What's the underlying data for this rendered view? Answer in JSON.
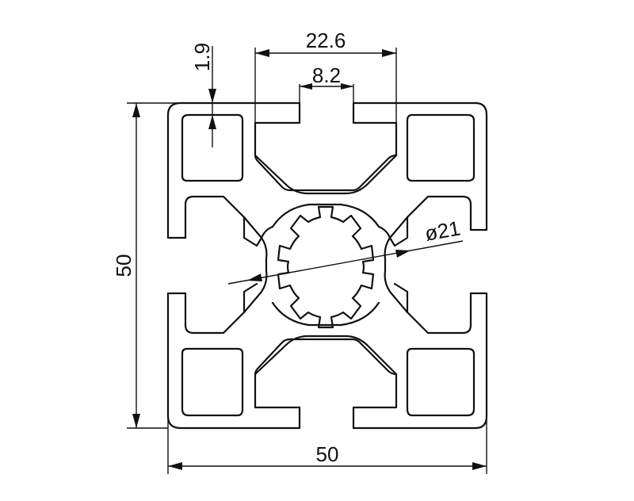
{
  "dimensions": {
    "slot_opening_width": "22.6",
    "slot_neck_width": "8.2",
    "wall_thickness": "1.9",
    "core_bore": "ø21",
    "overall_height": "50",
    "overall_width": "50"
  },
  "colors": {
    "ink": "#111111",
    "background": "#ffffff"
  }
}
